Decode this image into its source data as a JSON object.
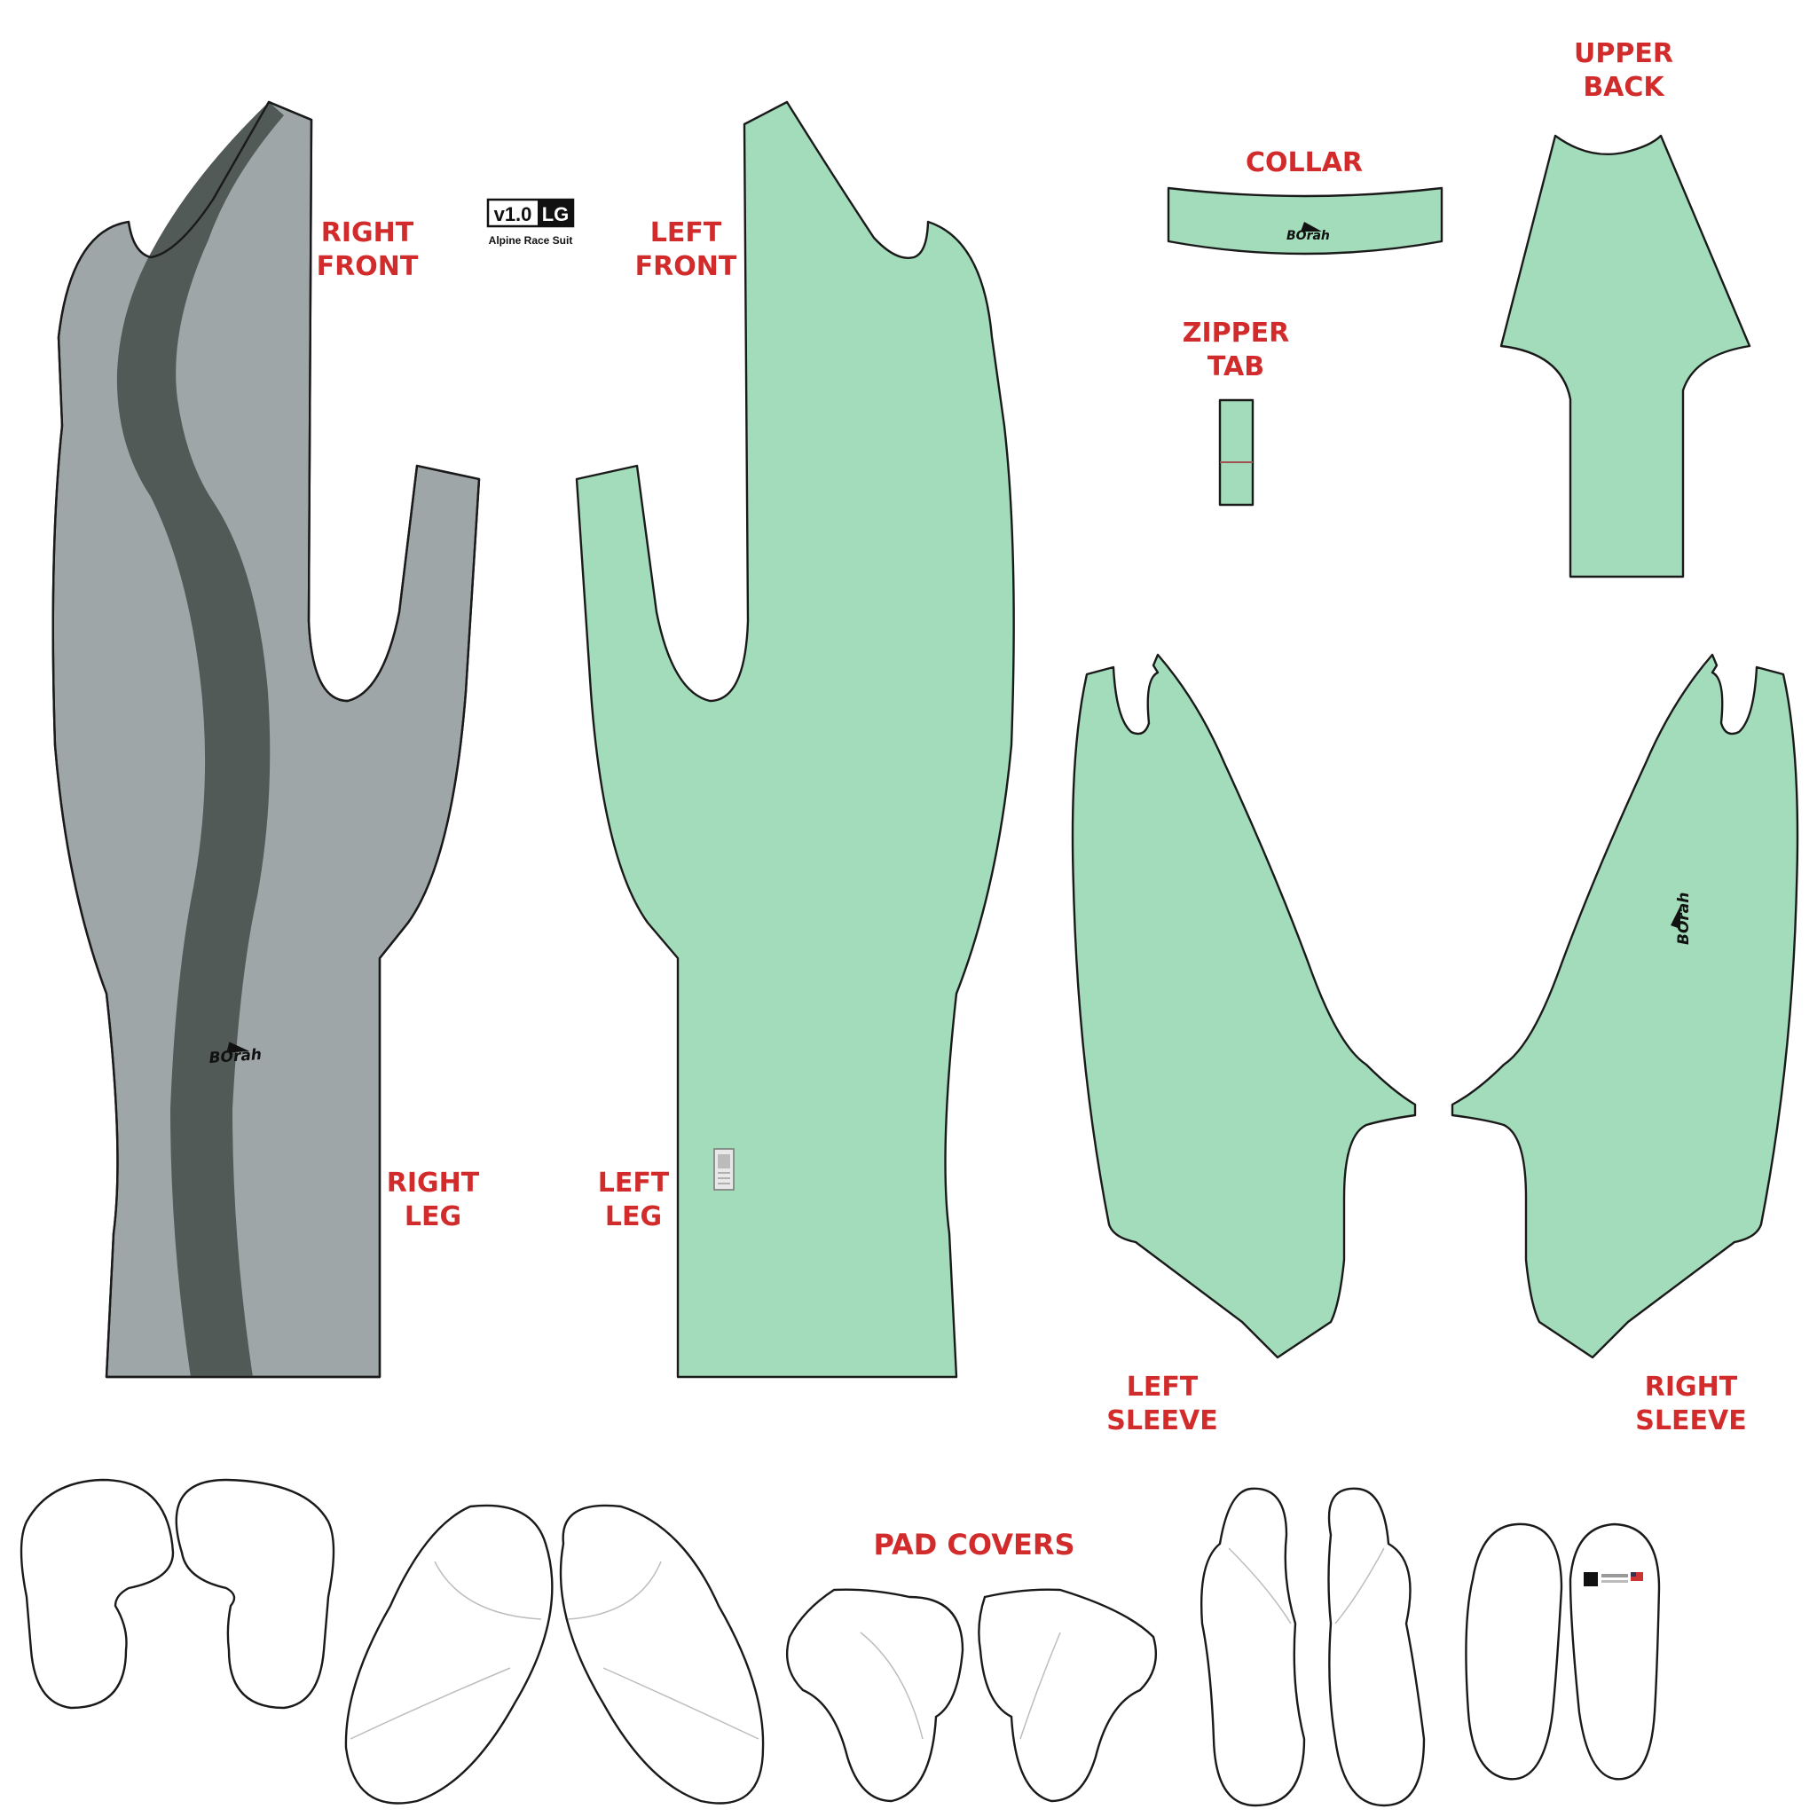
{
  "labels": {
    "right_front": [
      "RIGHT",
      "FRONT"
    ],
    "left_front": [
      "LEFT",
      "FRONT"
    ],
    "collar": "COLLAR",
    "upper_back": [
      "UPPER",
      "BACK"
    ],
    "zipper_tab": [
      "ZIPPER",
      "TAB"
    ],
    "right_leg": [
      "RIGHT",
      "LEG"
    ],
    "left_leg": [
      "LEFT",
      "LEG"
    ],
    "left_sleeve": [
      "LEFT",
      "SLEEVE"
    ],
    "right_sleeve": [
      "RIGHT",
      "SLEEVE"
    ],
    "pad_covers": "PAD COVERS"
  },
  "badge": {
    "version": "v1.0",
    "size": "LG",
    "product": "Alpine Race Suit"
  },
  "logo": "BOrah",
  "colors": {
    "label_red": "#d22b2b",
    "mint_green": "#a3dcba",
    "gray_panel": "#9fa6a7",
    "dark_stripe": "#515a56",
    "outline": "#1a1a1a"
  }
}
